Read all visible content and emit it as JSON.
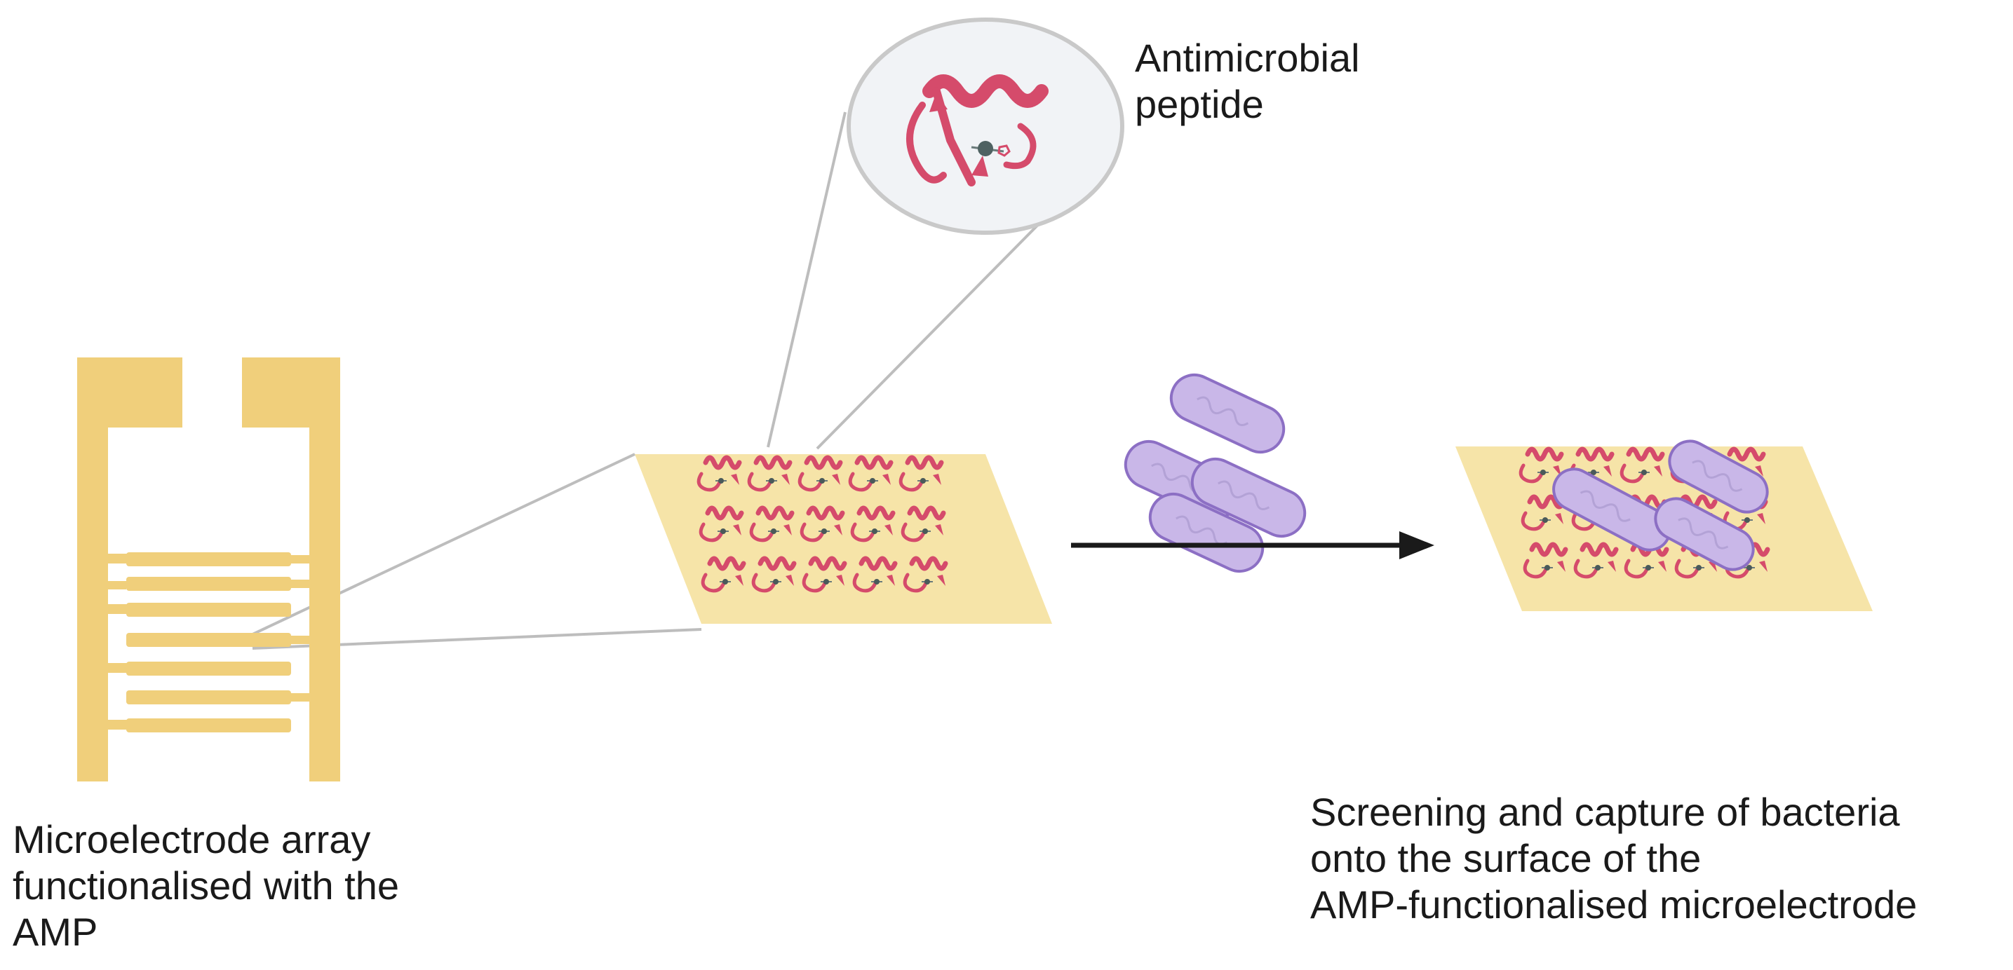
{
  "labels": {
    "peptide": {
      "lines": [
        "Antimicrobial",
        "peptide"
      ]
    },
    "electrode": {
      "lines": [
        "Microelectrode array",
        "functionalised with the",
        "AMP"
      ]
    },
    "capture": {
      "lines": [
        "Screening and capture of bacteria",
        "onto the surface of the",
        "AMP-functionalised microelectrode"
      ]
    }
  },
  "colors": {
    "gold": "#F0CF7B",
    "pad": "#F6E4A8",
    "peptide": "#D54B6B",
    "bacteria_fill": "#C9B7E8",
    "bacteria_stroke": "#8C6FC4",
    "zoom_line": "#BBBBBB",
    "arrow": "#1a1a1a",
    "bubble": "#F1F3F6"
  },
  "icons": {
    "electrode": "interdigitated-microelectrode-icon",
    "peptide": "antimicrobial-peptide-icon",
    "bacteria": "rod-bacteria-icon",
    "arrow": "process-arrow-icon"
  }
}
